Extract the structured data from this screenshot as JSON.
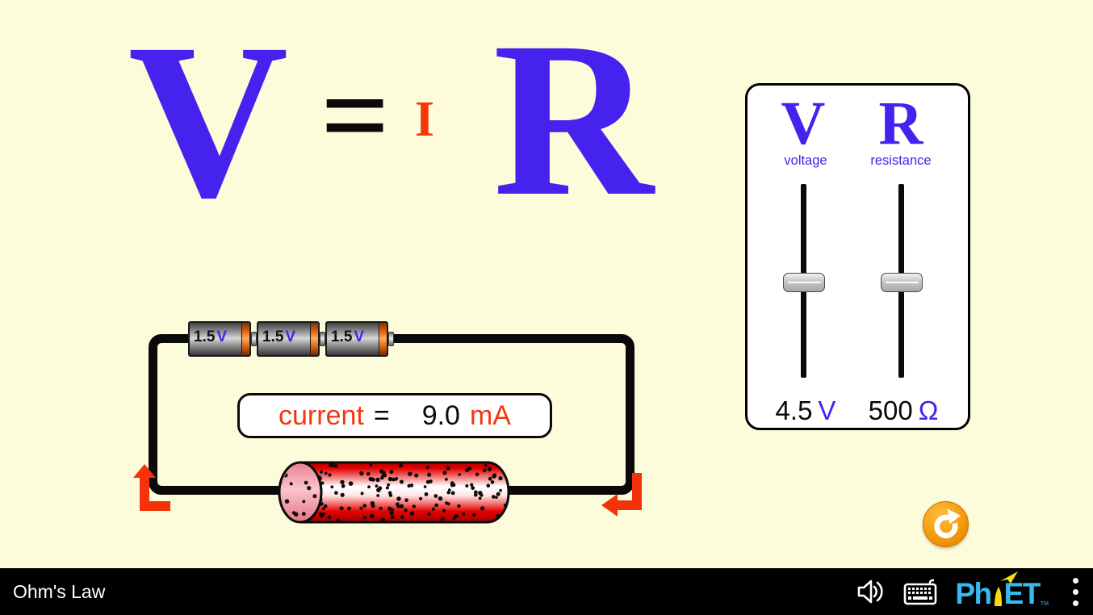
{
  "colors": {
    "background": "#FCFCDB",
    "accent_blue": "#4522EE",
    "accent_red": "#F2380C",
    "panel_bg": "#FFFFFF",
    "wire_black": "#0A0A0A",
    "navbar_bg": "#000000",
    "reset_orange": "#F59B0D",
    "phet_blue": "#38B9F0",
    "phet_yellow": "#F7DC11"
  },
  "formula": {
    "voltage_symbol": "V",
    "equals": "=",
    "current_symbol": "I",
    "resistance_symbol": "R"
  },
  "control_panel": {
    "voltage": {
      "symbol": "V",
      "label": "voltage",
      "value": "4.5",
      "unit": "V"
    },
    "resistance": {
      "symbol": "R",
      "label": "resistance",
      "value": "500",
      "unit": "Ω"
    }
  },
  "circuit": {
    "batteries": [
      {
        "value": "1.5",
        "unit": "V"
      },
      {
        "value": "1.5",
        "unit": "V"
      },
      {
        "value": "1.5",
        "unit": "V"
      }
    ],
    "readout": {
      "label": "current",
      "equals": "=",
      "value": "9.0",
      "unit": "mA"
    }
  },
  "navbar": {
    "title": "Ohm's Law",
    "logo": {
      "part1": "Ph",
      "part2": "ET",
      "tm": "TM"
    }
  },
  "decor": {
    "resistor_body_dots": 155,
    "resistor_cap_dots": 12
  }
}
